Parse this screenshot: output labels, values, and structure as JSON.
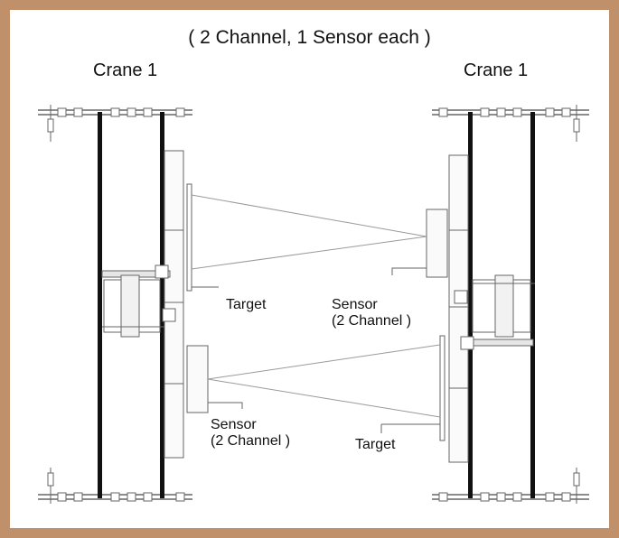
{
  "subtitle": "( 2 Channel, 1 Sensor each )",
  "cranes": {
    "left": {
      "title": "Crane 1"
    },
    "right": {
      "title": "Crane 1"
    }
  },
  "labels": {
    "target_upper": "Target",
    "sensor_upper_line1": "Sensor",
    "sensor_upper_line2": "(2 Channel )",
    "sensor_lower_line1": "Sensor",
    "sensor_lower_line2": "(2 Channel )",
    "target_lower": "Target"
  },
  "colors": {
    "frame_border": "#c0906a",
    "rail": "#111111",
    "structure": "#6a6a6a",
    "beam_line": "#9a9a9a"
  }
}
